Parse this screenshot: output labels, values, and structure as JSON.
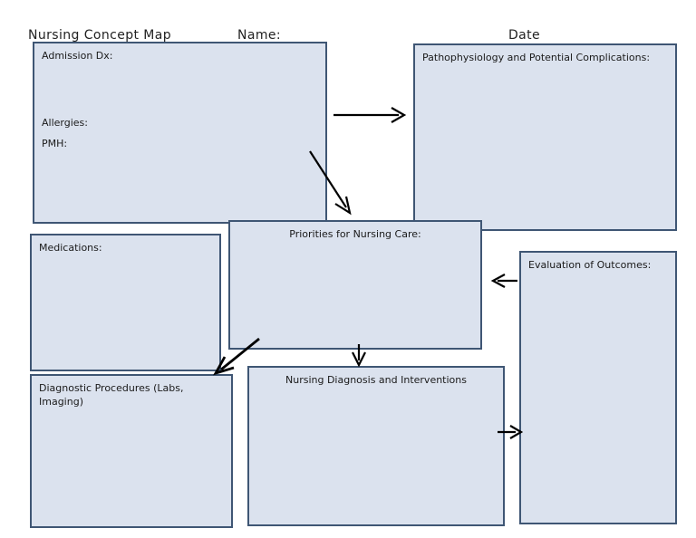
{
  "header": {
    "title": "Nursing Concept Map",
    "name_label": "Name:",
    "date_label": "Date"
  },
  "boxes": {
    "admission": {
      "label": "Admission Dx:",
      "allergies": "Allergies:",
      "pmh": "PMH:"
    },
    "pathophysiology": {
      "label": "Pathophysiology and Potential Complications:"
    },
    "priorities": {
      "label": "Priorities for Nursing Care:"
    },
    "medications": {
      "label": "Medications:"
    },
    "diagnostic": {
      "label": "Diagnostic Procedures (Labs, Imaging)"
    },
    "nursing_diagnosis": {
      "label": "Nursing Diagnosis and Interventions"
    },
    "evaluation": {
      "label": "Evaluation of Outcomes:"
    }
  },
  "arrows": [
    {
      "name": "admission-to-pathophysiology",
      "direction": "right"
    },
    {
      "name": "admission-to-priorities",
      "direction": "down-right"
    },
    {
      "name": "priorities-to-diagnostic",
      "direction": "down-left"
    },
    {
      "name": "priorities-to-nursing-diagnosis",
      "direction": "down"
    },
    {
      "name": "evaluation-to-priorities",
      "direction": "left"
    },
    {
      "name": "nursing-diagnosis-to-evaluation",
      "direction": "right"
    }
  ],
  "colors": {
    "box_fill": "#dbe2ee",
    "box_border": "#3f5674",
    "text": "#1a1a1a",
    "arrow": "#000000",
    "background": "#ffffff"
  }
}
